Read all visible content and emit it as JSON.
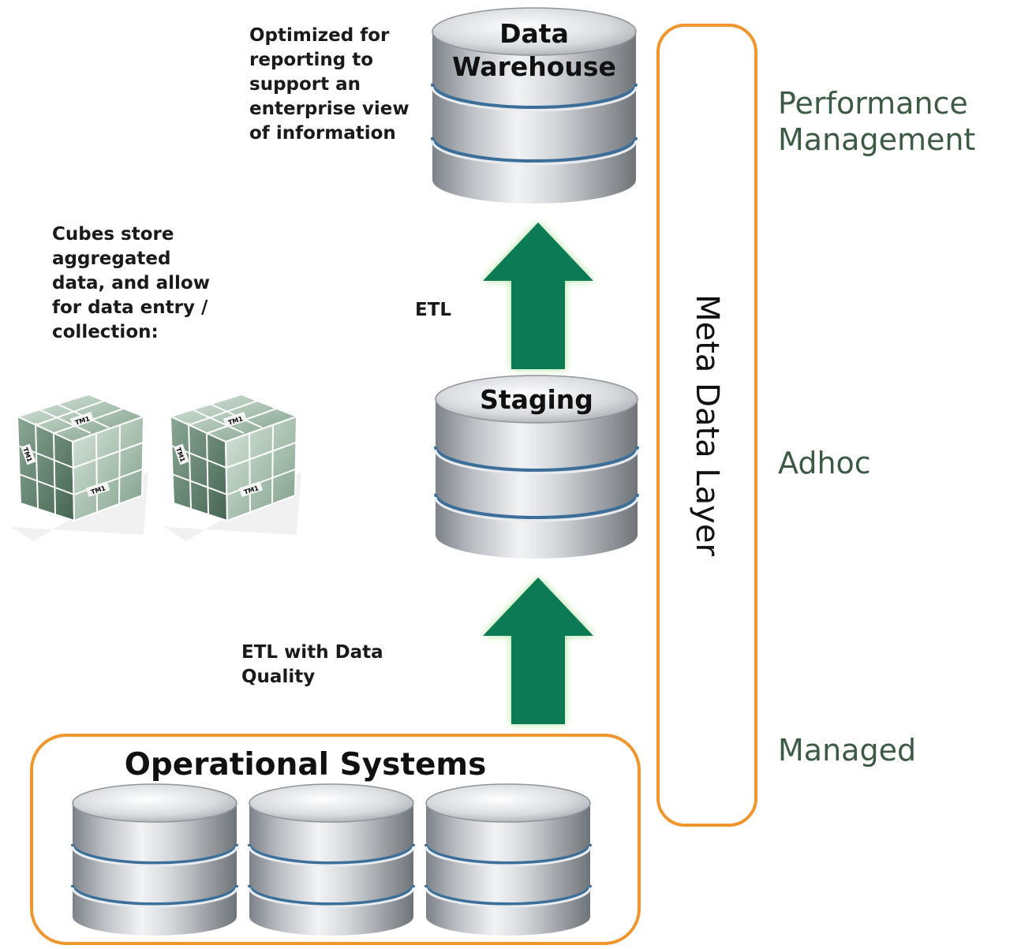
{
  "nodes": {
    "data_warehouse": {
      "label": "Data\nWarehouse"
    },
    "staging": {
      "label": "Staging"
    },
    "operational_systems": {
      "label": "Operational Systems"
    },
    "meta_data_layer": {
      "label": "Meta Data Layer"
    }
  },
  "notes": {
    "warehouse_note": "Optimized for\nreporting to\nsupport an\nenterprise view\nof information",
    "cubes_note": "Cubes store\naggregated\ndata, and allow\nfor data entry /\ncollection:",
    "etl_label": "ETL",
    "etl_dq_label": "ETL with Data\nQuality"
  },
  "cubes": {
    "badge": "TM1"
  },
  "categories": {
    "performance": "Performance\nManagement",
    "adhoc": "Adhoc",
    "managed": "Managed"
  },
  "colors": {
    "accent_orange": "#f0962e",
    "arrow_green": "#0d7a56",
    "category_text": "#3c5a44"
  }
}
